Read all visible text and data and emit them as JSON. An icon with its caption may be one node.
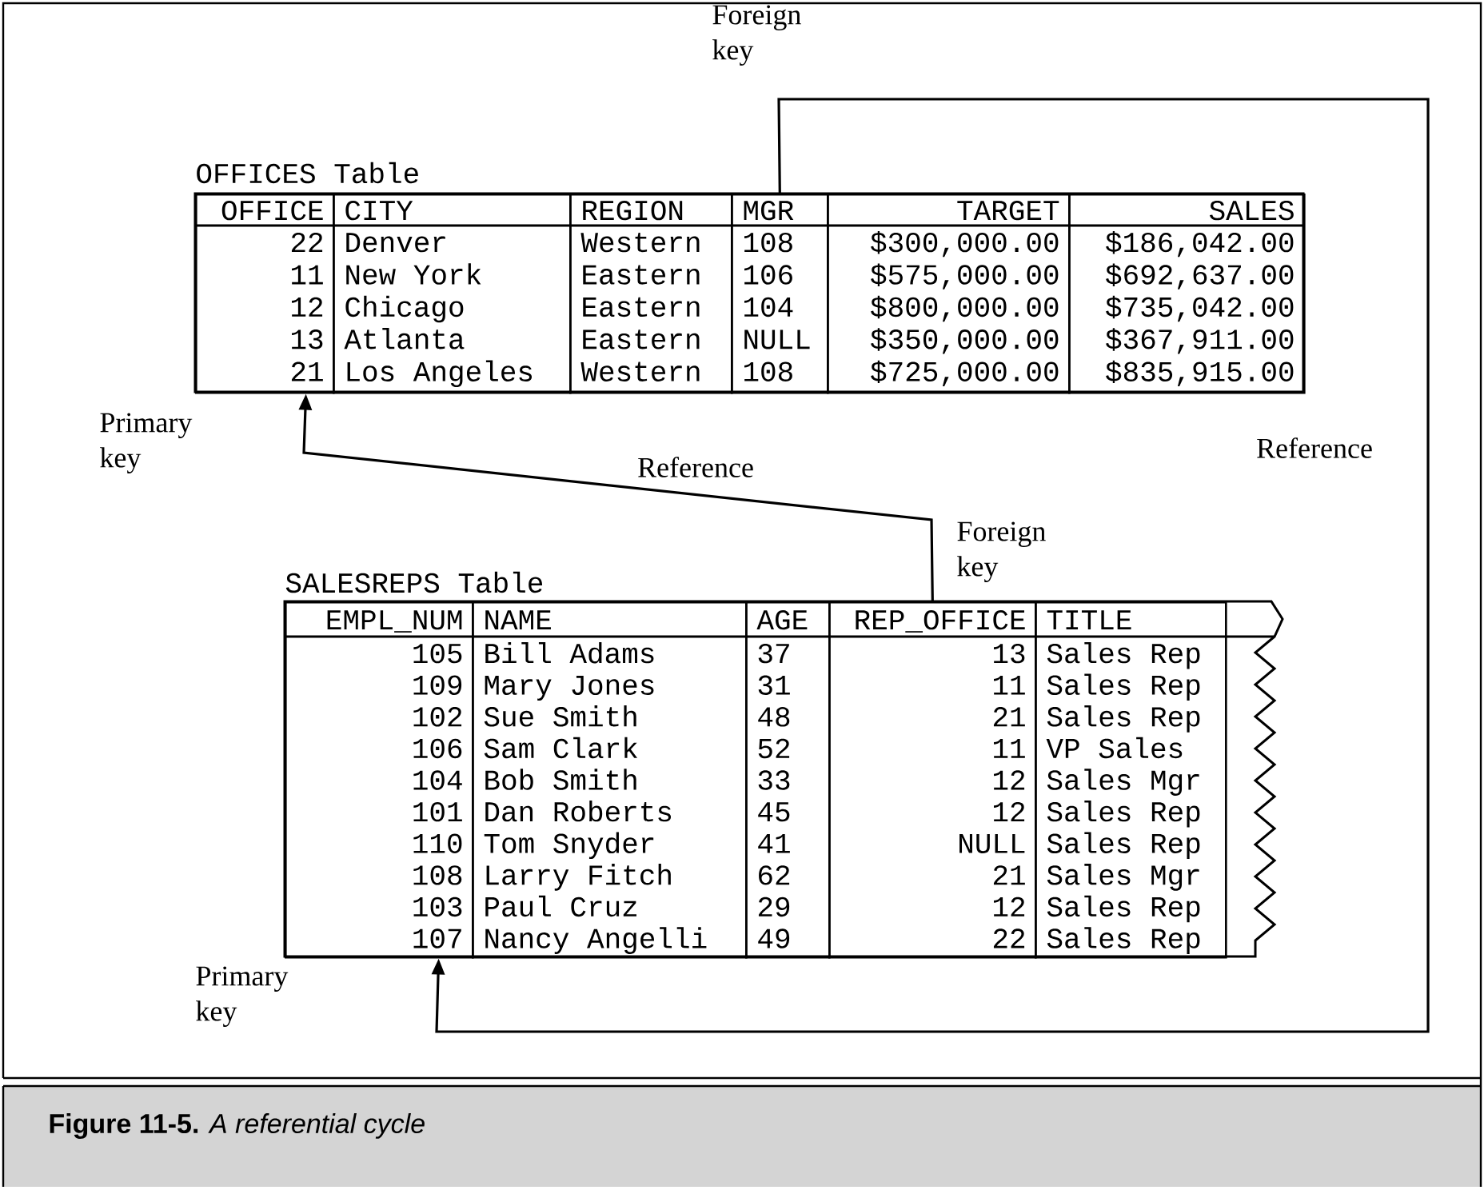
{
  "diagram": {
    "caption": "**Figure 11-5.** *A referential cycle*",
    "nodes": [
      {
        "text": [
          "OFFICES Table"
        ]
      },
      {
        "text": [
          "OFFICE",
          "22",
          "11",
          "12",
          "13",
          "21"
        ],
        "in": 0
      },
      {
        "text": [
          "CITY",
          "Denver",
          "New York",
          "Chicago",
          "Atlanta",
          "Los Angeles"
        ],
        "in": 0
      },
      {
        "text": [
          "REGION",
          "Western",
          "Eastern",
          "Eastern",
          "Eastern",
          "Western"
        ],
        "in": 0
      },
      {
        "text": [
          "MGR",
          "108",
          "106",
          "104",
          "NULL",
          "108"
        ],
        "in": 0
      },
      {
        "text": [
          "TARGET",
          "$300,000.00",
          "$575,000.00",
          "$800,000.00",
          "$350,000.00",
          "$725,000.00"
        ],
        "in": 0
      },
      {
        "text": [
          "SALES",
          "$186,042.00",
          "$692,637.00",
          "$735,042.00",
          "$367,911.00",
          "$835,915.00"
        ],
        "in": 0
      },
      {
        "text": [
          "SALESREPS Table"
        ]
      },
      {
        "text": [
          "EMPL_NUM",
          "105",
          "109",
          "102",
          "106",
          "104",
          "101",
          "110",
          "108",
          "103",
          "107"
        ],
        "in": 7
      },
      {
        "text": [
          "NAME",
          "Bill Adams",
          "Mary Jones",
          "Sue Smith",
          "Sam Clark",
          "Bob Smith",
          "Dan Roberts",
          "Tom Snyder",
          "Larry Fitch",
          "Paul Cruz",
          "Nancy Angelli"
        ],
        "in": 7
      },
      {
        "text": [
          "AGE",
          "37",
          "31",
          "48",
          "52",
          "33",
          "45",
          "41",
          "62",
          "29",
          "49"
        ],
        "in": 7
      },
      {
        "text": [
          "REP_OFFICE",
          "13",
          "11",
          "21",
          "11",
          "12",
          "12",
          "NULL",
          "21",
          "12",
          "22"
        ],
        "in": 7
      },
      {
        "text": [
          "TITLE",
          "Sales Rep",
          "Sales Rep",
          "Sales Rep",
          "VP Sales",
          "Sales Mgr",
          "Sales Rep",
          "Sales Rep",
          "Sales Mgr",
          "Sales Rep",
          "Sales Rep"
        ],
        "in": 7
      }
    ],
    "edges": [
      {
        "from": 4,
        "to": 8,
        "arrow": "to",
        "label": "Reference"
      },
      {
        "from": 11,
        "to": 1,
        "arrow": "to",
        "label": "Reference"
      }
    ],
    "labels": [
      "Foreign key",
      "Primary key",
      "Foreign key",
      "Primary key"
    ]
  }
}
